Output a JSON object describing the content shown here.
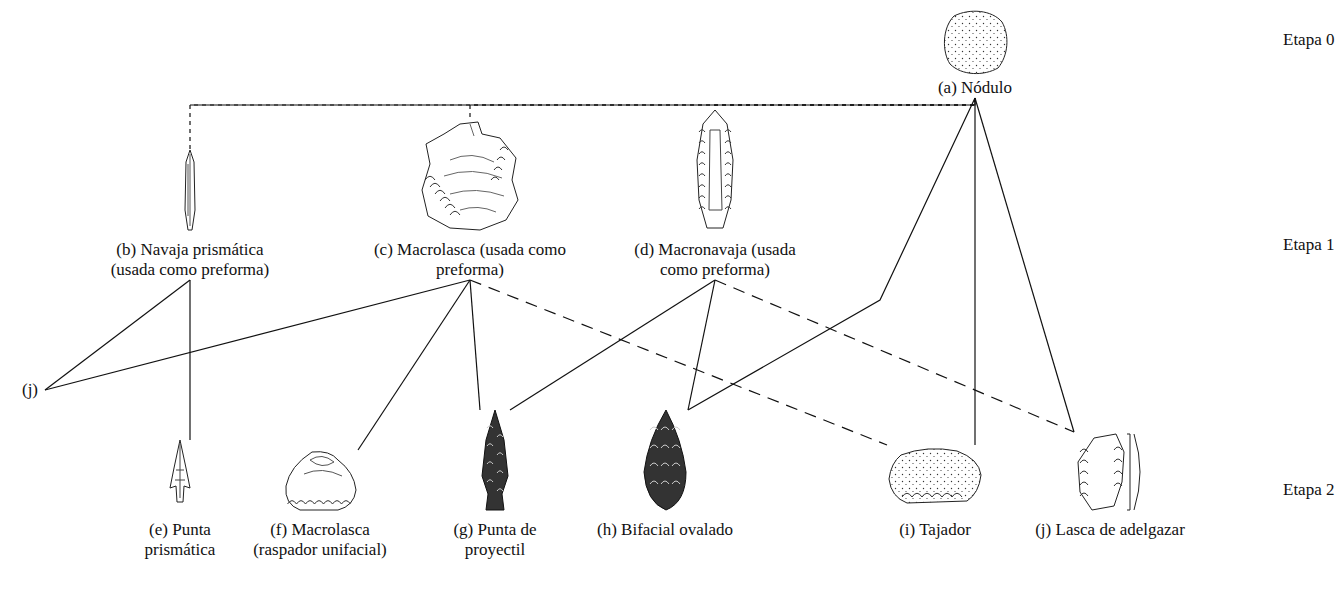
{
  "diagram": {
    "nodes": [
      {
        "text": [
          "(a) Nódulo"
        ]
      },
      {
        "text": [
          "(b) Navaja prismática (usada como preforma)"
        ]
      },
      {
        "text": [
          "(c) Macrolasca (usada como preforma)"
        ]
      },
      {
        "text": [
          "(d) Macronavaja (usada como preforma)"
        ]
      },
      {
        "text": [
          "(j)"
        ]
      },
      {
        "text": [
          "(e) Punta prismática"
        ]
      },
      {
        "text": [
          "(f) Macrolasca (raspador unifacial)"
        ]
      },
      {
        "text": [
          "(g) Punta de proyectil"
        ]
      },
      {
        "text": [
          "(h) Bifacial ovalado"
        ]
      },
      {
        "text": [
          "(i) Tajador"
        ]
      },
      {
        "text": [
          "(j) Lasca de adelgazar"
        ]
      }
    ],
    "edges": [
      {
        "from": 0,
        "to": 1,
        "arrow": "none"
      },
      {
        "from": 0,
        "to": 2,
        "arrow": "none"
      },
      {
        "from": 0,
        "to": 3,
        "arrow": "none"
      },
      {
        "from": 0,
        "to": 8,
        "arrow": "none"
      },
      {
        "from": 0,
        "to": 9,
        "arrow": "none"
      },
      {
        "from": 0,
        "to": 10,
        "arrow": "none"
      },
      {
        "from": 1,
        "to": 4,
        "arrow": "none"
      },
      {
        "from": 1,
        "to": 5,
        "arrow": "none"
      },
      {
        "from": 2,
        "to": 4,
        "arrow": "none"
      },
      {
        "from": 2,
        "to": 6,
        "arrow": "none"
      },
      {
        "from": 2,
        "to": 7,
        "arrow": "none"
      },
      {
        "from": 2,
        "to": 9,
        "arrow": "none"
      },
      {
        "from": 3,
        "to": 7,
        "arrow": "none"
      },
      {
        "from": 3,
        "to": 8,
        "arrow": "none"
      },
      {
        "from": 3,
        "to": 10,
        "arrow": "none"
      }
    ],
    "labels": [
      "Etapa 0",
      "Etapa 1",
      "Etapa 2"
    ]
  }
}
